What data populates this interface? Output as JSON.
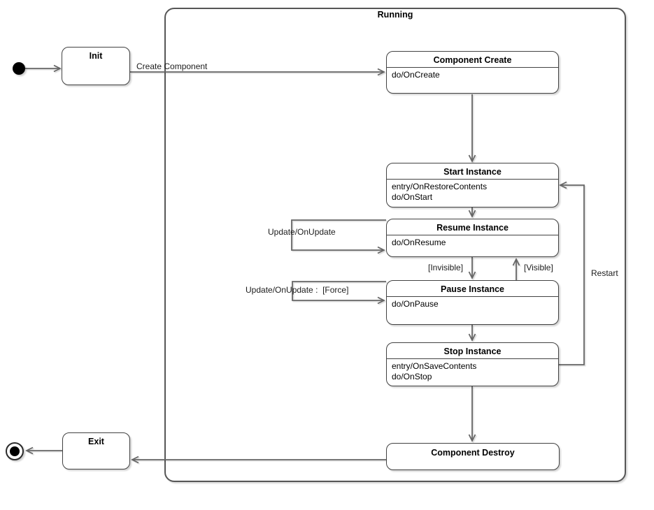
{
  "diagram": {
    "composite": {
      "title": "Running"
    },
    "states": {
      "init": {
        "title": "Init"
      },
      "component_create": {
        "title": "Component Create",
        "lines": [
          "do/OnCreate"
        ]
      },
      "start_instance": {
        "title": "Start Instance",
        "lines": [
          "entry/OnRestoreContents",
          "do/OnStart"
        ]
      },
      "resume_instance": {
        "title": "Resume Instance",
        "lines": [
          "do/OnResume"
        ]
      },
      "pause_instance": {
        "title": "Pause Instance",
        "lines": [
          "do/OnPause"
        ]
      },
      "stop_instance": {
        "title": "Stop Instance",
        "lines": [
          "entry/OnSaveContents",
          "do/OnStop"
        ]
      },
      "component_destroy": {
        "title": "Component Destroy"
      },
      "exit": {
        "title": "Exit"
      }
    },
    "transitions": {
      "create_component": {
        "label": "Create Component"
      },
      "resume_update": {
        "label": "Update/OnUpdate"
      },
      "pause_update_force": {
        "label": "Update/OnUpdate :  [Force]"
      },
      "invisible": {
        "label": "[Invisible]"
      },
      "visible": {
        "label": "[Visible]"
      },
      "restart": {
        "label": "Restart"
      }
    },
    "colors": {
      "edge": "#666666",
      "state_border": "#424242",
      "composite_border": "#565656",
      "state_fill": "#ffffff",
      "text": "#000000"
    }
  }
}
